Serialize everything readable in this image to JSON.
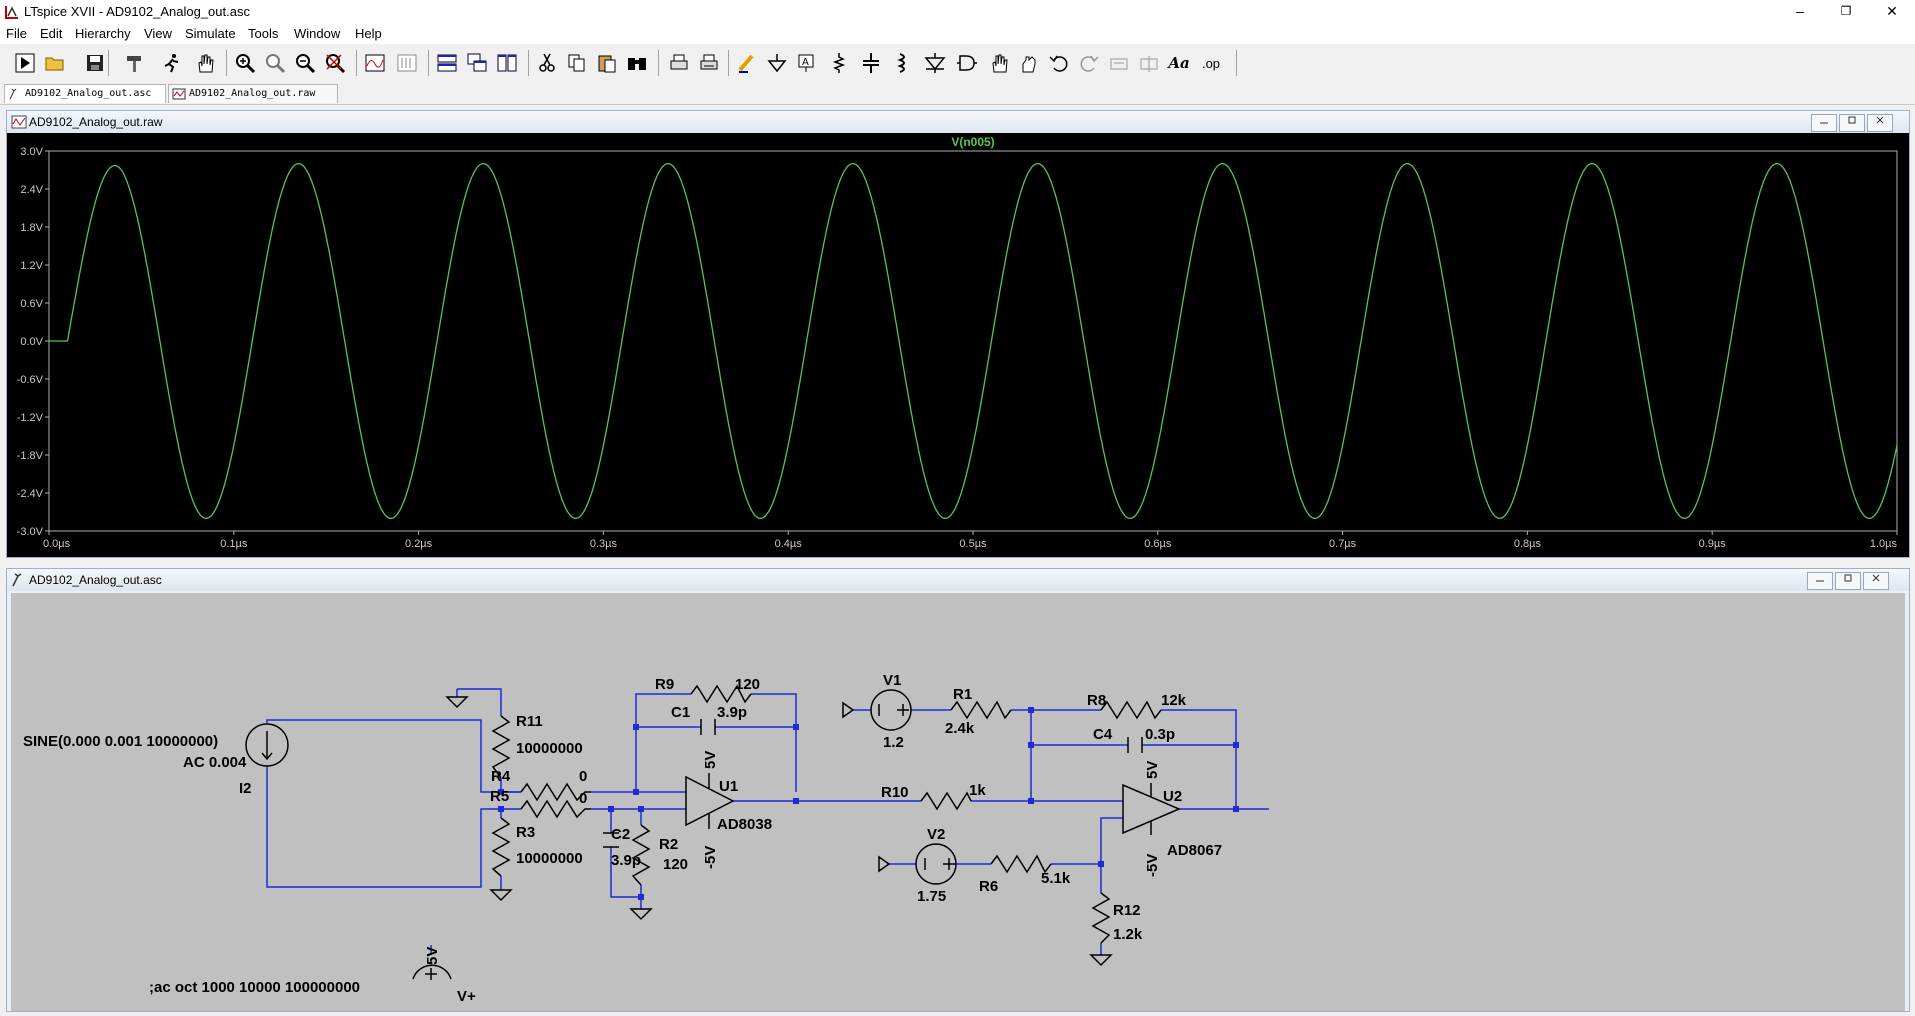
{
  "window": {
    "title": "LTspice XVII - AD9102_Analog_out.asc",
    "btn_min": "–",
    "btn_max": "❐",
    "btn_close": "✕"
  },
  "menu": [
    "File",
    "Edit",
    "Hierarchy",
    "View",
    "Simulate",
    "Tools",
    "Window",
    "Help"
  ],
  "toolbar_icons": [
    "run-icon",
    "open-icon",
    "save-icon",
    "hammer-icon",
    "runner-icon",
    "hand-icon",
    "zoom-in-icon",
    "zoom-box-icon",
    "zoom-out-icon",
    "zoom-cancel-icon",
    "autorange-icon",
    "plot-settings-icon",
    "tile-horizontal-icon",
    "cascade-icon",
    "tile-vertical-icon",
    "cut-icon",
    "copy-icon",
    "paste-icon",
    "find-icon",
    "print-icon",
    "print-setup-icon",
    "wire-icon",
    "ground-icon",
    "label-icon",
    "resistor-icon",
    "capacitor-icon",
    "inductor-icon",
    "diode-icon",
    "component-icon",
    "move-icon",
    "drag-icon",
    "undo-icon",
    "redo-icon",
    "rotate-icon",
    "mirror-icon",
    "text-icon",
    "spice-directive-icon"
  ],
  "toolbar_text": {
    "text_tool": "Aa",
    "op_tool": ".op"
  },
  "tabs": [
    {
      "label": "AD9102_Analog_out.asc",
      "icon": "schematic-icon"
    },
    {
      "label": "AD9102_Analog_out.raw",
      "icon": "waveform-icon"
    }
  ],
  "plot_window": {
    "title": "AD9102_Analog_out.raw"
  },
  "schematic_window": {
    "title": "AD9102_Analog_out.asc"
  },
  "chart_data": {
    "type": "line",
    "series": [
      {
        "name": "V(n005)",
        "color": "#55c84a",
        "amplitude_v": 2.8,
        "frequency_hz": 10000000,
        "settle_until_us": 0.01
      }
    ],
    "x_ticks": [
      "0.0µs",
      "0.1µs",
      "0.2µs",
      "0.3µs",
      "0.4µs",
      "0.5µs",
      "0.6µs",
      "0.7µs",
      "0.8µs",
      "0.9µs",
      "1.0µs"
    ],
    "y_ticks": [
      "3.0V",
      "2.4V",
      "1.8V",
      "1.2V",
      "0.6V",
      "0.0V",
      "-0.6V",
      "-1.2V",
      "-1.8V",
      "-2.4V",
      "-3.0V"
    ],
    "xlim_us": [
      0,
      1.0
    ],
    "ylim_v": [
      -3.0,
      3.0
    ],
    "background": "#000000",
    "axis_color": "#b0b0b0",
    "grid": false
  },
  "schematic": {
    "source_i2": {
      "name": "I2",
      "value1": "SINE(0.000 0.001 10000000)",
      "value2": "AC 0.004"
    },
    "r11": {
      "name": "R11",
      "value": "10000000"
    },
    "r4": {
      "name": "R4",
      "value": "0"
    },
    "r5": {
      "name": "R5",
      "value": "0"
    },
    "r3": {
      "name": "R3",
      "value": "10000000"
    },
    "r9": {
      "name": "R9",
      "value": "120"
    },
    "c1": {
      "name": "C1",
      "value": "3.9p"
    },
    "c2": {
      "name": "C2",
      "value": "3.9p"
    },
    "r2": {
      "name": "R2",
      "value": "120"
    },
    "u1": {
      "name": "U1",
      "model": "AD8038",
      "vpos": "5V",
      "vneg": "-5V"
    },
    "v1": {
      "name": "V1",
      "value": "1.2"
    },
    "r1": {
      "name": "R1",
      "value": "2.4k"
    },
    "r8": {
      "name": "R8",
      "value": "12k"
    },
    "c4": {
      "name": "C4",
      "value": "0.3p"
    },
    "r10": {
      "name": "R10",
      "value": "1k"
    },
    "u2": {
      "name": "U2",
      "model": "AD8067",
      "vpos": "5V",
      "vneg": "-5V"
    },
    "v2": {
      "name": "V2",
      "value": "1.75"
    },
    "r6": {
      "name": "R6",
      "value": "5.1k"
    },
    "r12": {
      "name": "R12",
      "value": "1.2k"
    },
    "directive": ";ac oct 1000 10000 100000000",
    "vplus": {
      "name": "V+",
      "value": "5V"
    },
    "wire_color": "#1f2bd6",
    "canvas_bg": "#c0c0c0"
  }
}
